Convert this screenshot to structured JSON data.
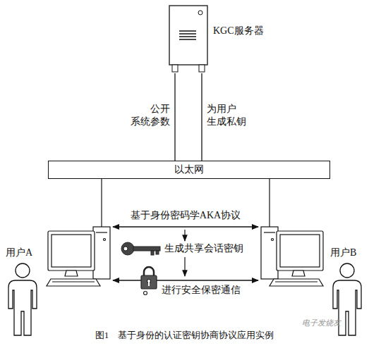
{
  "diagram": {
    "caption": "图1　基于身份的认证密钥协商协议应用实例",
    "nodes": [
      {
        "text": [
          "KGC服务器"
        ]
      },
      {
        "text": [
          "以太网"
        ]
      },
      {
        "text": [
          "用户A"
        ]
      },
      {
        "text": [
          "用户B"
        ]
      }
    ],
    "edges": [
      {
        "from": 0,
        "to": 1,
        "label": "公开 系统参数",
        "arrow": "none"
      },
      {
        "from": 0,
        "to": 1,
        "label": "为用户 生成私钥",
        "arrow": "none"
      }
    ],
    "labels": [
      "基于身份密码学AKA协议",
      "生成共享会话密钥",
      "进行安全保密通信",
      "电子发烧友"
    ]
  }
}
